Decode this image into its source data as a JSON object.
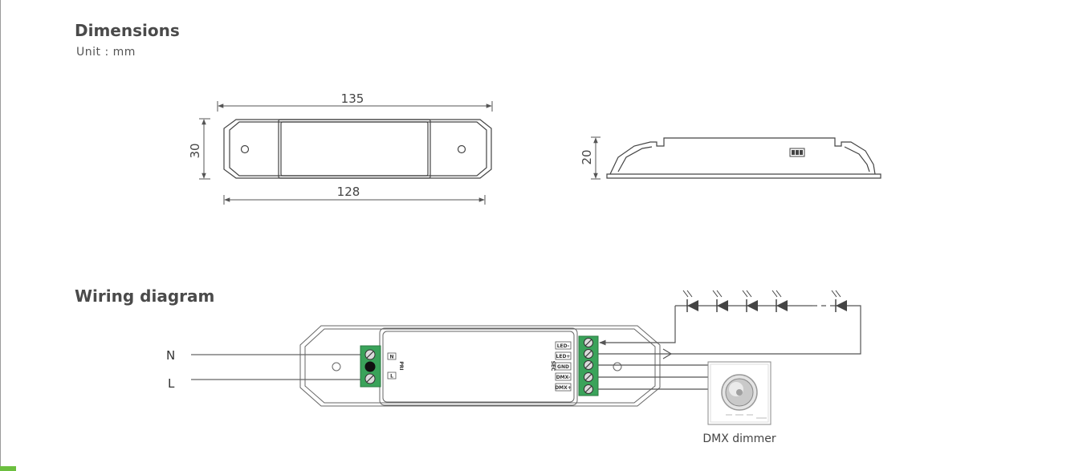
{
  "dimensions": {
    "heading": "Dimensions",
    "unit": "Unit : mm",
    "top_view": {
      "length_overall": "135",
      "length_mount": "128",
      "width": "30"
    },
    "side_view": {
      "height": "20"
    }
  },
  "wiring": {
    "heading": "Wiring diagram",
    "inputs": {
      "n": "N",
      "l": "L"
    },
    "primary": {
      "label": "PRI",
      "terminals": [
        "N",
        "L"
      ]
    },
    "secondary": {
      "label": "SEC",
      "terminals": [
        "LED-",
        "LED+",
        "GND",
        "DMX-",
        "DMX+"
      ]
    },
    "dimmer_caption": "DMX dimmer",
    "led_count_visible": 5
  },
  "colors": {
    "line": "#555555",
    "terminal_green": "#3aa35a",
    "accent_green": "#6cbf3f"
  }
}
